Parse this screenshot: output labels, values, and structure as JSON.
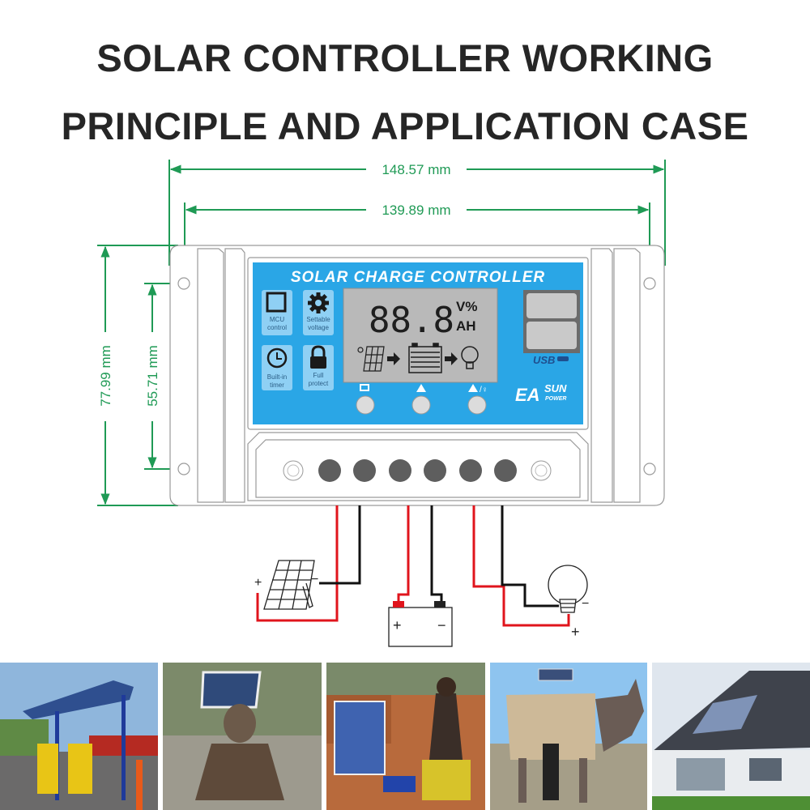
{
  "header": {
    "title_line_1": "SOLAR CONTROLLER WORKING",
    "title_line_2": "PRINCIPLE AND APPLICATION CASE"
  },
  "dimensions": {
    "overall_width": "148.57 mm",
    "hole_spacing_width": "139.89 mm",
    "overall_height": "77.99 mm",
    "hole_spacing_height": "55.71 mm",
    "color": "#1f9a55"
  },
  "controller": {
    "panel_title": "SOLAR CHARGE CONTROLLER",
    "panel_color": "#2aa6e6",
    "features": [
      {
        "icon": "mcu-chip-icon",
        "label_1": "MCU",
        "label_2": "control"
      },
      {
        "icon": "gear-icon",
        "label_1": "Settable",
        "label_2": "voltage"
      },
      {
        "icon": "clock-icon",
        "label_1": "Built-in",
        "label_2": "timer"
      },
      {
        "icon": "lock-icon",
        "label_1": "Full",
        "label_2": "protect"
      }
    ],
    "lcd": {
      "digits": "88.8",
      "unit_top": "V%",
      "unit_bottom": "AH",
      "flow": [
        "solar-panel-icon",
        "arrow-icon",
        "battery-icon",
        "arrow-icon",
        "bulb-icon"
      ]
    },
    "buttons": [
      {
        "icon": "menu-icon",
        "name": "menu-button"
      },
      {
        "icon": "up-icon",
        "name": "up-button"
      },
      {
        "icon": "up-light-icon",
        "name": "up-light-button"
      }
    ],
    "usb_label": "USB",
    "brand": {
      "main": "EA",
      "top": "SUN",
      "bottom": "POWER"
    },
    "terminals_count": 6
  },
  "wiring": {
    "solar_panel": {
      "plus": "+",
      "minus": "−"
    },
    "battery": {
      "plus": "+",
      "minus": "−"
    },
    "load": {
      "plus": "+",
      "minus": "−"
    },
    "positive_color": "#e0141c",
    "negative_color": "#111111"
  },
  "application_photos": [
    {
      "scene": "solar charging station kiosk"
    },
    {
      "scene": "person with solar panel on head charging phone"
    },
    {
      "scene": "solar panel by hut"
    },
    {
      "scene": "man charging devices from solar"
    },
    {
      "scene": "donkey carrying solar panel"
    },
    {
      "scene": "house with rooftop solar panels"
    }
  ]
}
